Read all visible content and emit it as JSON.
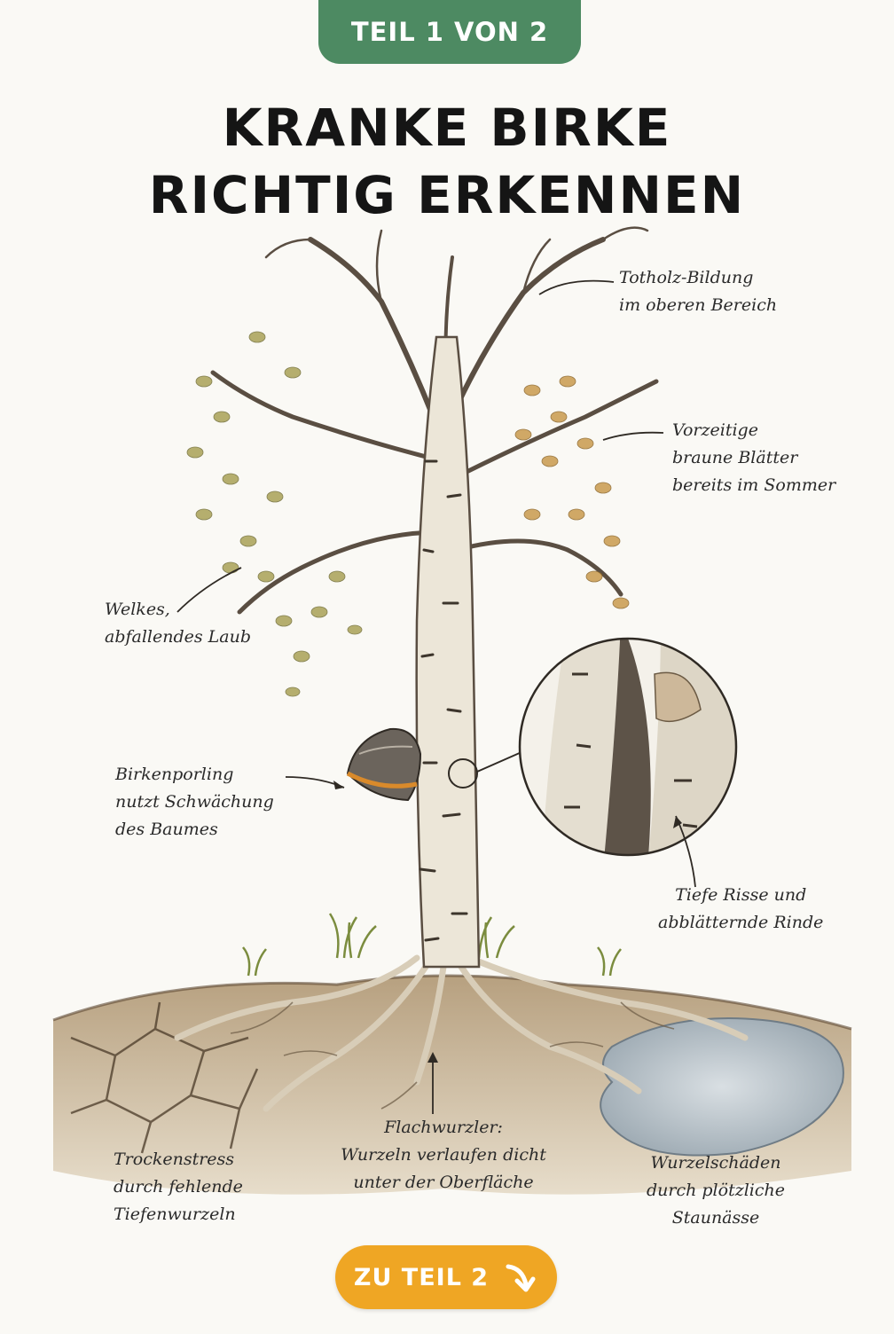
{
  "badge": "TEIL 1 VON 2",
  "title": {
    "line1": "KRANKE BIRKE",
    "line2": "RICHTIG ERKENNEN"
  },
  "labels": {
    "deadwood": "Totholz-Bildung\nim oberen Bereich",
    "brown_leaves": "Vorzeitige\nbraune Blätter\nbereits im Sommer",
    "wilting": "Welkes,\nabfallendes Laub",
    "polypore": "Birkenporling\nnutzt Schwächung\ndes Baumes",
    "bark": "Tiefe Risse und\nabblätternde Rinde",
    "shallow_roots": "Flachwurzler:\nWurzeln verlaufen dicht\nunter der Oberfläche",
    "drought": "Trockenstress\ndurch fehlende\nTiefenwurzeln",
    "waterlogging": "Wurzelschäden\ndurch plötzliche\nStaunässe"
  },
  "cta_label": "ZU TEIL 2",
  "icons": {
    "cta": "arrow-down-right-icon"
  },
  "colors": {
    "badge": "#4d8a62",
    "cta": "#efa624",
    "bark": "#ece6d8",
    "leaf_green": "#a9a257",
    "leaf_brown": "#c99a4e",
    "soil": "#b49c76",
    "water": "#b9c2c8"
  }
}
